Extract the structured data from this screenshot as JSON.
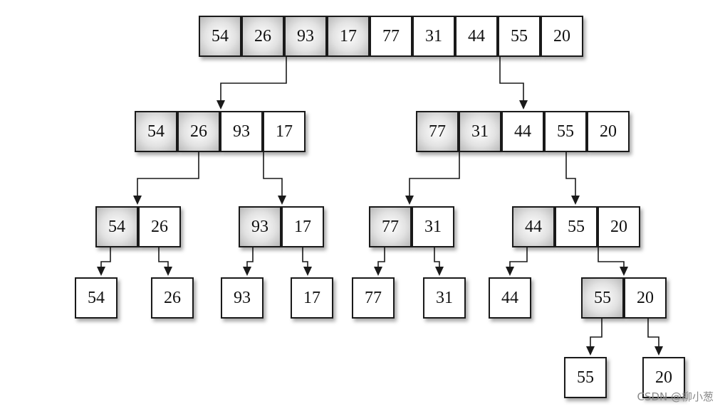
{
  "diagram": {
    "levels": [
      [
        {
          "cells": [
            {
              "value": "54",
              "shaded": true
            },
            {
              "value": "26",
              "shaded": true
            },
            {
              "value": "93",
              "shaded": true
            },
            {
              "value": "17",
              "shaded": true
            },
            {
              "value": "77",
              "shaded": false
            },
            {
              "value": "31",
              "shaded": false
            },
            {
              "value": "44",
              "shaded": false
            },
            {
              "value": "55",
              "shaded": false
            },
            {
              "value": "20",
              "shaded": false
            }
          ]
        }
      ],
      [
        {
          "cells": [
            {
              "value": "54",
              "shaded": true
            },
            {
              "value": "26",
              "shaded": true
            },
            {
              "value": "93",
              "shaded": false
            },
            {
              "value": "17",
              "shaded": false
            }
          ]
        },
        {
          "cells": [
            {
              "value": "77",
              "shaded": true
            },
            {
              "value": "31",
              "shaded": true
            },
            {
              "value": "44",
              "shaded": false
            },
            {
              "value": "55",
              "shaded": false
            },
            {
              "value": "20",
              "shaded": false
            }
          ]
        }
      ],
      [
        {
          "cells": [
            {
              "value": "54",
              "shaded": true
            },
            {
              "value": "26",
              "shaded": false
            }
          ]
        },
        {
          "cells": [
            {
              "value": "93",
              "shaded": true
            },
            {
              "value": "17",
              "shaded": false
            }
          ]
        },
        {
          "cells": [
            {
              "value": "77",
              "shaded": true
            },
            {
              "value": "31",
              "shaded": false
            }
          ]
        },
        {
          "cells": [
            {
              "value": "44",
              "shaded": true
            },
            {
              "value": "55",
              "shaded": false
            },
            {
              "value": "20",
              "shaded": false
            }
          ]
        }
      ],
      [
        {
          "cells": [
            {
              "value": "54",
              "shaded": false
            }
          ]
        },
        {
          "cells": [
            {
              "value": "26",
              "shaded": false
            }
          ]
        },
        {
          "cells": [
            {
              "value": "93",
              "shaded": false
            }
          ]
        },
        {
          "cells": [
            {
              "value": "17",
              "shaded": false
            }
          ]
        },
        {
          "cells": [
            {
              "value": "77",
              "shaded": false
            }
          ]
        },
        {
          "cells": [
            {
              "value": "31",
              "shaded": false
            }
          ]
        },
        {
          "cells": [
            {
              "value": "44",
              "shaded": false
            }
          ]
        },
        {
          "cells": [
            {
              "value": "55",
              "shaded": true
            },
            {
              "value": "20",
              "shaded": false
            }
          ]
        }
      ],
      [
        {
          "cells": [
            {
              "value": "55",
              "shaded": false
            }
          ]
        },
        {
          "cells": [
            {
              "value": "20",
              "shaded": false
            }
          ]
        }
      ]
    ]
  },
  "watermark": "CSDN @柳小葱"
}
